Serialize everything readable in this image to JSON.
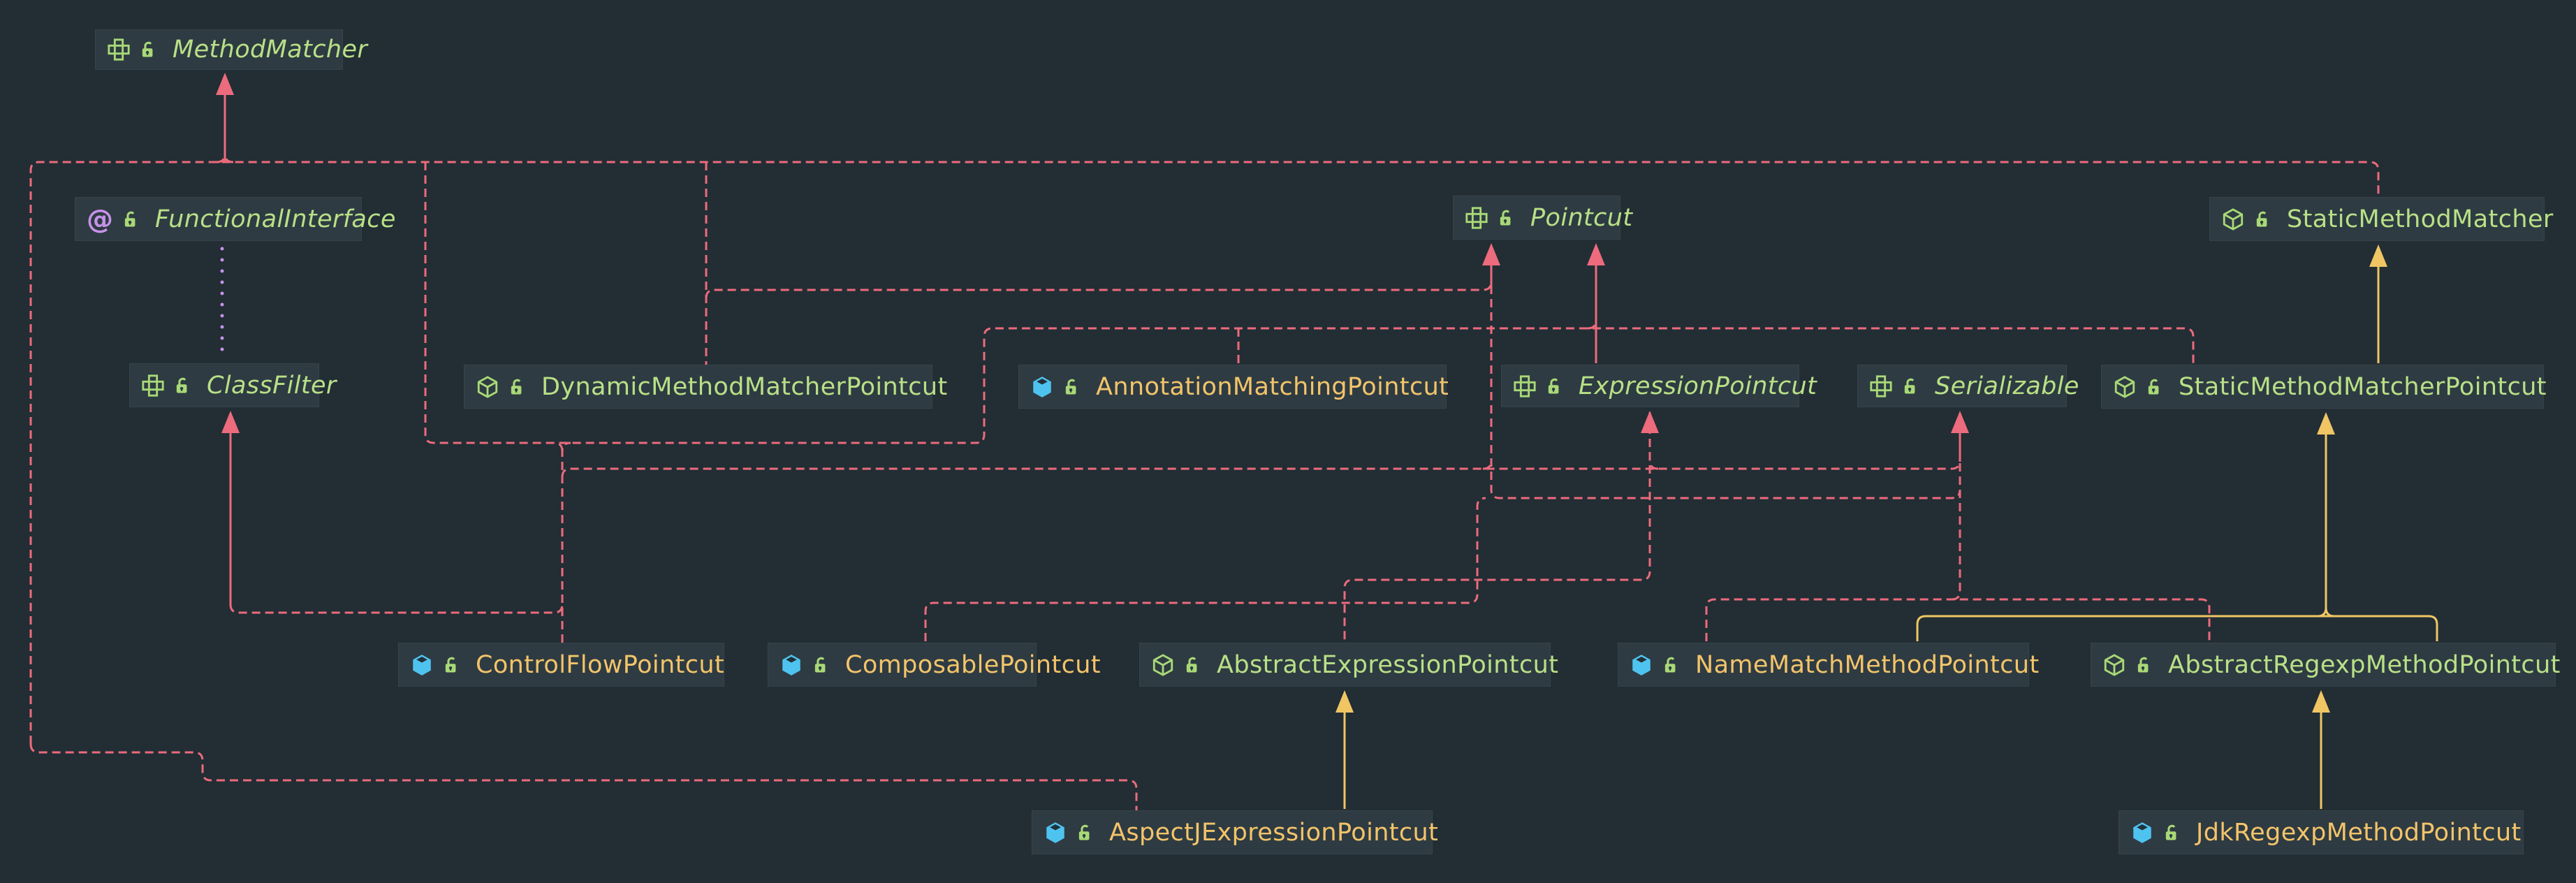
{
  "palette": {
    "background": "#222D34",
    "node_background": "#2E3B42",
    "interface_text": "#B9E087",
    "abstract_class_text": "#B9E087",
    "class_text": "#F3C46A",
    "realization_edge": "#EC6B7C",
    "extends_edge": "#EFC663",
    "annotation_edge": "#C792EA",
    "icon_green": "#A9D977",
    "icon_blue": "#4FC3F0",
    "icon_violet": "#C792EA"
  },
  "diagram": {
    "nodes": [
      {
        "id": "method-matcher",
        "label": "MethodMatcher",
        "kind": "interface"
      },
      {
        "id": "functional-interface",
        "label": "FunctionalInterface",
        "kind": "annotation"
      },
      {
        "id": "pointcut",
        "label": "Pointcut",
        "kind": "interface"
      },
      {
        "id": "static-method-matcher",
        "label": "StaticMethodMatcher",
        "kind": "abstract"
      },
      {
        "id": "class-filter",
        "label": "ClassFilter",
        "kind": "interface"
      },
      {
        "id": "dynamic-method-matcher-pointcut",
        "label": "DynamicMethodMatcherPointcut",
        "kind": "abstract"
      },
      {
        "id": "annotation-matching-pointcut",
        "label": "AnnotationMatchingPointcut",
        "kind": "class"
      },
      {
        "id": "expression-pointcut",
        "label": "ExpressionPointcut",
        "kind": "interface"
      },
      {
        "id": "serializable",
        "label": "Serializable",
        "kind": "interface"
      },
      {
        "id": "static-method-matcher-pointcut",
        "label": "StaticMethodMatcherPointcut",
        "kind": "abstract"
      },
      {
        "id": "control-flow-pointcut",
        "label": "ControlFlowPointcut",
        "kind": "class"
      },
      {
        "id": "composable-pointcut",
        "label": "ComposablePointcut",
        "kind": "class"
      },
      {
        "id": "abstract-expression-pointcut",
        "label": "AbstractExpressionPointcut",
        "kind": "abstract"
      },
      {
        "id": "name-match-method-pointcut",
        "label": "NameMatchMethodPointcut",
        "kind": "class"
      },
      {
        "id": "abstract-regexp-method-pointcut",
        "label": "AbstractRegexpMethodPointcut",
        "kind": "abstract"
      },
      {
        "id": "aspectj-expression-pointcut",
        "label": "AspectJExpressionPointcut",
        "kind": "class"
      },
      {
        "id": "jdk-regexp-method-pointcut",
        "label": "JdkRegexpMethodPointcut",
        "kind": "class"
      }
    ],
    "edges": [
      {
        "from": "static-method-matcher",
        "to": "method-matcher",
        "type": "realization"
      },
      {
        "from": "dynamic-method-matcher-pointcut",
        "to": "method-matcher",
        "type": "realization"
      },
      {
        "from": "dynamic-method-matcher-pointcut",
        "to": "pointcut",
        "type": "realization"
      },
      {
        "from": "aspectj-expression-pointcut",
        "to": "method-matcher",
        "type": "realization"
      },
      {
        "from": "control-flow-pointcut",
        "to": "class-filter",
        "type": "realization"
      },
      {
        "from": "control-flow-pointcut",
        "to": "method-matcher",
        "type": "realization"
      },
      {
        "from": "control-flow-pointcut",
        "to": "pointcut",
        "type": "realization"
      },
      {
        "from": "composable-pointcut",
        "to": "pointcut",
        "type": "realization"
      },
      {
        "from": "composable-pointcut",
        "to": "serializable",
        "type": "realization"
      },
      {
        "from": "annotation-matching-pointcut",
        "to": "pointcut",
        "type": "realization"
      },
      {
        "from": "expression-pointcut",
        "to": "pointcut",
        "type": "interface-extends"
      },
      {
        "from": "static-method-matcher-pointcut",
        "to": "pointcut",
        "type": "realization"
      },
      {
        "from": "static-method-matcher-pointcut",
        "to": "static-method-matcher",
        "type": "extends"
      },
      {
        "from": "abstract-expression-pointcut",
        "to": "expression-pointcut",
        "type": "realization"
      },
      {
        "from": "abstract-expression-pointcut",
        "to": "serializable",
        "type": "realization"
      },
      {
        "from": "name-match-method-pointcut",
        "to": "serializable",
        "type": "realization"
      },
      {
        "from": "name-match-method-pointcut",
        "to": "static-method-matcher-pointcut",
        "type": "extends"
      },
      {
        "from": "abstract-regexp-method-pointcut",
        "to": "serializable",
        "type": "realization"
      },
      {
        "from": "abstract-regexp-method-pointcut",
        "to": "static-method-matcher-pointcut",
        "type": "extends"
      },
      {
        "from": "aspectj-expression-pointcut",
        "to": "abstract-expression-pointcut",
        "type": "extends"
      },
      {
        "from": "jdk-regexp-method-pointcut",
        "to": "abstract-regexp-method-pointcut",
        "type": "extends"
      },
      {
        "from": "class-filter",
        "to": "functional-interface",
        "type": "annotation"
      }
    ],
    "icon_legend": {
      "interface": "interface-icon",
      "abstract": "abstract-class-icon",
      "class": "class-icon",
      "annotation": "annotation-icon",
      "visibility": "unlocked-padlock-icon"
    }
  }
}
